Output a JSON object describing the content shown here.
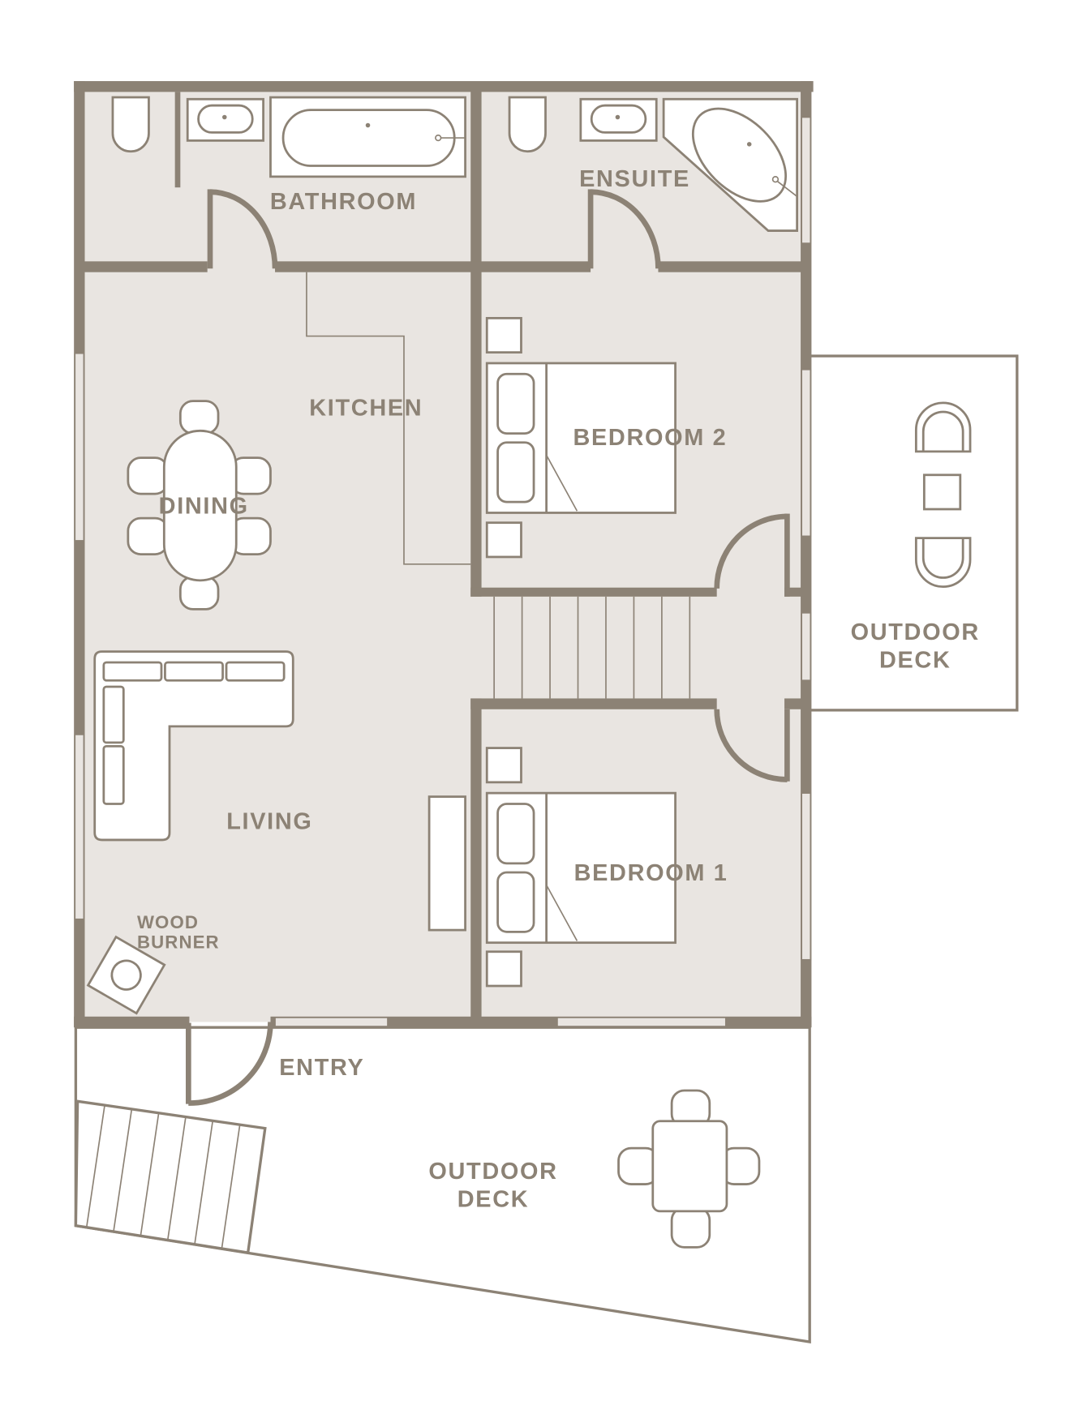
{
  "colors": {
    "wall": "#8c8275",
    "floor": "#e9e5e1",
    "background": "#ffffff"
  },
  "rooms": {
    "bathroom": "BATHROOM",
    "ensuite": "ENSUITE",
    "kitchen": "KITCHEN",
    "dining": "DINING",
    "bedroom2": "BEDROOM 2",
    "bedroom1": "BEDROOM 1",
    "living": "LIVING",
    "wood_burner_line1": "WOOD",
    "wood_burner_line2": "BURNER",
    "entry": "ENTRY",
    "side_deck_line1": "OUTDOOR",
    "side_deck_line2": "DECK",
    "front_deck_line1": "OUTDOOR",
    "front_deck_line2": "DECK"
  }
}
